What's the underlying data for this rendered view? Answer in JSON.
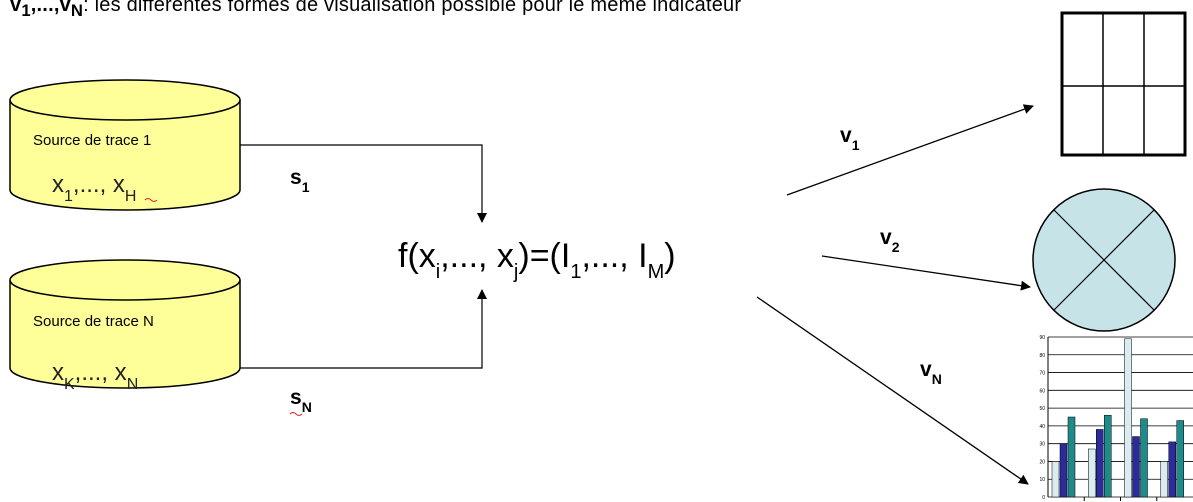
{
  "header": {
    "symbol_html": "v<sub>1</sub>,...,v<sub>N</sub>",
    "text": "les différentes formes de visualisation possible pour le même indicateur"
  },
  "sources": [
    {
      "label": "Source de trace 1",
      "vars_html": "x<tspan baseline-shift='sub' font-size='16'>1</tspan>,..., x<tspan baseline-shift='sub' font-size='16'>H</tspan>"
    },
    {
      "label": "Source de trace N",
      "vars_html": "x<tspan baseline-shift='sub' font-size='16'>K</tspan>,..., x<tspan baseline-shift='sub' font-size='16'>N</tspan>"
    }
  ],
  "selectors": [
    "s1",
    "sN"
  ],
  "formula": "f(xi,..., xj)=(I1,..., IM)",
  "visualizations": [
    "v1",
    "v2",
    "vN"
  ],
  "colors": {
    "cylinder_fill": "#ffff99",
    "circle_fill": "#c6e4e8",
    "bar_light": "#d8ecf2",
    "bar_dark": "#2b2b9c",
    "bar_teal": "#1f8a8a"
  },
  "mini_chart": {
    "ticks": [
      "0",
      "10",
      "20",
      "30",
      "40",
      "50",
      "60",
      "70",
      "80",
      "90"
    ],
    "groups": [
      {
        "values": [
          20,
          30,
          45
        ]
      },
      {
        "values": [
          27,
          38,
          46
        ]
      },
      {
        "values": [
          89,
          34,
          44
        ]
      },
      {
        "values": [
          20,
          31,
          43
        ]
      }
    ],
    "ymax": 90
  }
}
